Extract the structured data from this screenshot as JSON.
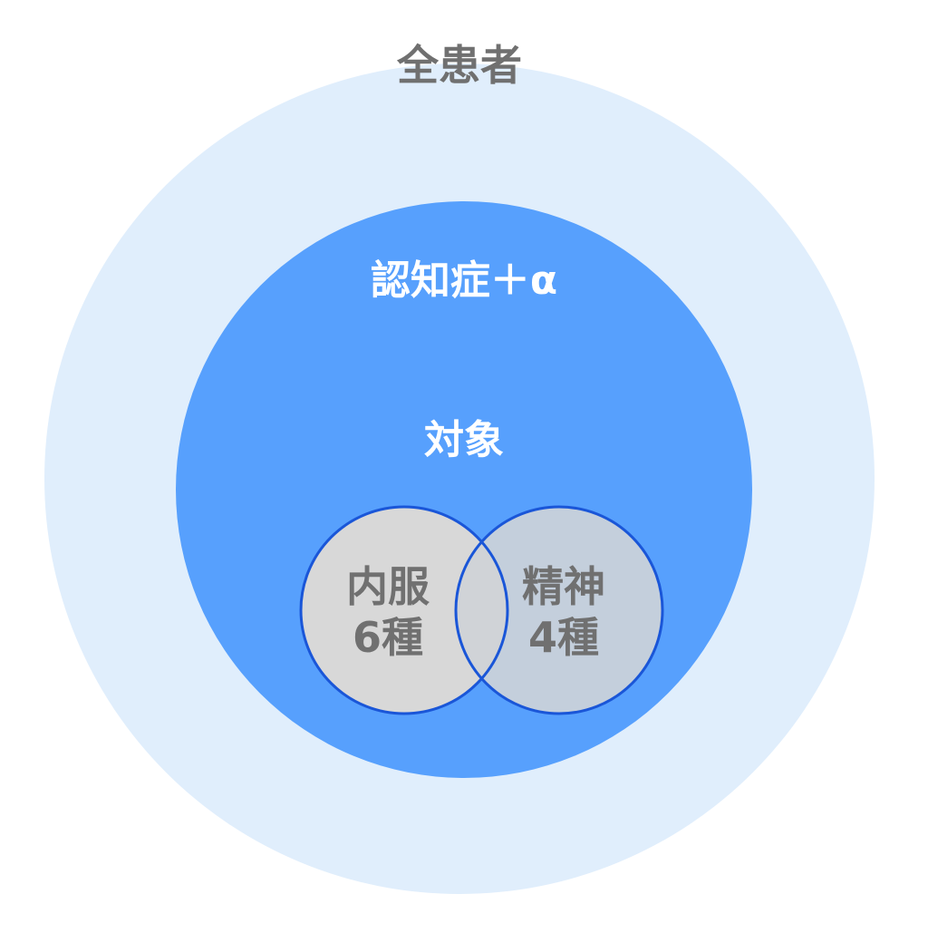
{
  "labels": {
    "all_patients": "全患者",
    "dementia_plus": "認知症＋α",
    "target": "対象",
    "internal_line1": "内服",
    "internal_line2": "6種",
    "psych_line1": "精神",
    "psych_line2": "4種"
  },
  "colors": {
    "background": "#ffffff",
    "outer_circle": "#e0eefc",
    "middle_circle": "#57a0fd",
    "venn_left_fill": "#d8d8d8",
    "venn_right_fill": "#c4cfdc",
    "venn_overlap_fill": "#d0d3d7",
    "venn_stroke": "#1a56d8",
    "dark_text": "#707070",
    "light_text": "#ffffff"
  }
}
